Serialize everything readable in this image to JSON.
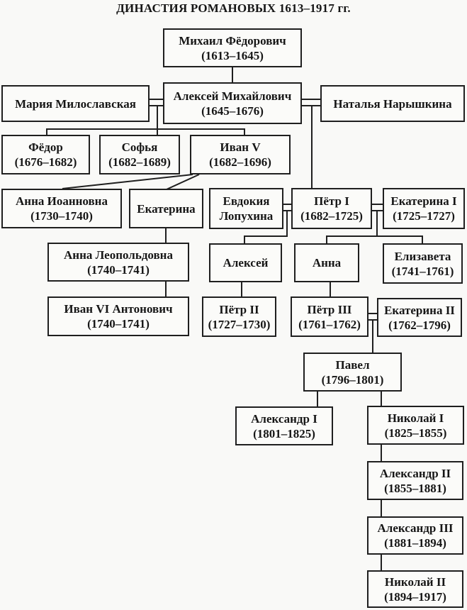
{
  "title": "ДИНАСТИЯ РОМАНОВЫХ 1613–1917 гг.",
  "diagram_type": "family-tree",
  "people": {
    "mikhail": {
      "name": "Михаил Фёдорович",
      "years": "(1613–1645)"
    },
    "maria": {
      "name": "Мария Милославская"
    },
    "aleksey_m": {
      "name": "Алексей Михайлович",
      "years": "(1645–1676)"
    },
    "natalya": {
      "name": "Наталья Нарышкина"
    },
    "fyodor": {
      "name": "Фёдор",
      "years": "(1676–1682)"
    },
    "sofya": {
      "name": "Софья",
      "years": "(1682–1689)"
    },
    "ivan5": {
      "name": "Иван V",
      "years": "(1682–1696)"
    },
    "anna_ioannovna": {
      "name": "Анна Иоанновна",
      "years": "(1730–1740)"
    },
    "ekaterina_ivanovna": {
      "name": "Екатерина"
    },
    "evdokia": {
      "name": "Евдокия Лопухина"
    },
    "petr1": {
      "name": "Пётр I",
      "years": "(1682–1725)"
    },
    "ekaterina1": {
      "name": "Екатерина I",
      "years": "(1725–1727)"
    },
    "anna_leopoldovna": {
      "name": "Анна Леопольдовна",
      "years": "(1740–1741)"
    },
    "aleksey_p": {
      "name": "Алексей"
    },
    "anna_p": {
      "name": "Анна"
    },
    "elizaveta": {
      "name": "Елизавета",
      "years": "(1741–1761)"
    },
    "ivan6": {
      "name": "Иван VI Антонович",
      "years": "(1740–1741)"
    },
    "petr2": {
      "name": "Пётр II",
      "years": "(1727–1730)"
    },
    "petr3": {
      "name": "Пётр III",
      "years": "(1761–1762)"
    },
    "ekaterina2": {
      "name": "Екатерина II",
      "years": "(1762–1796)"
    },
    "pavel": {
      "name": "Павел",
      "years": "(1796–1801)"
    },
    "aleksandr1": {
      "name": "Александр I",
      "years": "(1801–1825)"
    },
    "nikolay1": {
      "name": "Николай I",
      "years": "(1825–1855)"
    },
    "aleksandr2": {
      "name": "Александр II",
      "years": "(1855–1881)"
    },
    "aleksandr3": {
      "name": "Александр III",
      "years": "(1881–1894)"
    },
    "nikolay2": {
      "name": "Николай II",
      "years": "(1894–1917)"
    }
  },
  "marriage_links": [
    [
      "maria",
      "aleksey_m"
    ],
    [
      "aleksey_m",
      "natalya"
    ],
    [
      "evdokia",
      "petr1"
    ],
    [
      "petr1",
      "ekaterina1"
    ],
    [
      "petr3",
      "ekaterina2"
    ]
  ],
  "descent_links": [
    [
      "mikhail",
      "aleksey_m"
    ],
    [
      "aleksey_m+maria",
      "fyodor"
    ],
    [
      "aleksey_m+maria",
      "sofya"
    ],
    [
      "aleksey_m+maria",
      "ivan5"
    ],
    [
      "aleksey_m+natalya",
      "petr1"
    ],
    [
      "ivan5",
      "anna_ioannovna"
    ],
    [
      "ivan5",
      "ekaterina_ivanovna"
    ],
    [
      "ekaterina_ivanovna",
      "anna_leopoldovna"
    ],
    [
      "anna_leopoldovna",
      "ivan6"
    ],
    [
      "petr1+evdokia",
      "aleksey_p"
    ],
    [
      "petr1+ekaterina1",
      "anna_p"
    ],
    [
      "petr1+ekaterina1",
      "elizaveta"
    ],
    [
      "aleksey_p",
      "petr2"
    ],
    [
      "anna_p",
      "petr3"
    ],
    [
      "petr3+ekaterina2",
      "pavel"
    ],
    [
      "pavel",
      "aleksandr1"
    ],
    [
      "pavel",
      "nikolay1"
    ],
    [
      "nikolay1",
      "aleksandr2"
    ],
    [
      "aleksandr2",
      "aleksandr3"
    ],
    [
      "aleksandr3",
      "nikolay2"
    ]
  ],
  "colors": {
    "line": "#1f1f1f",
    "background": "#f9f9f7",
    "text": "#161616"
  }
}
